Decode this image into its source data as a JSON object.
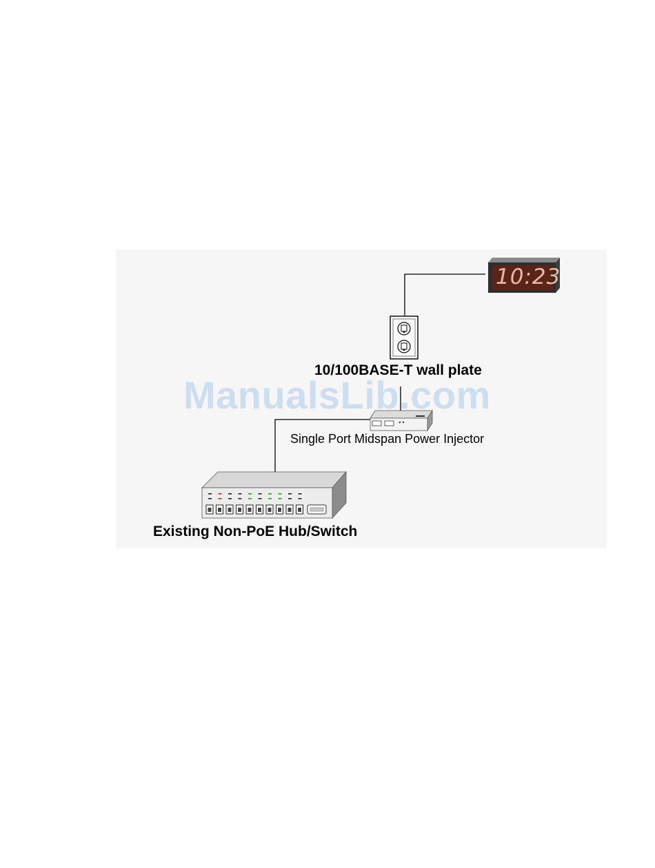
{
  "diagram": {
    "clock": {
      "display": "10:23"
    },
    "labels": {
      "wall_plate": "10/100BASE-T wall plate",
      "injector": "Single Port Midspan Power Injector",
      "switch": "Existing Non-PoE Hub/Switch"
    }
  },
  "watermark": {
    "text": "ManualsLib.com"
  },
  "colors": {
    "cable": "#000000",
    "clock_face": "#5a2418",
    "clock_digits": "#e8b8a8",
    "led_red": "#d02020",
    "led_green": "#20a020",
    "watermark": "#c7daf0"
  }
}
